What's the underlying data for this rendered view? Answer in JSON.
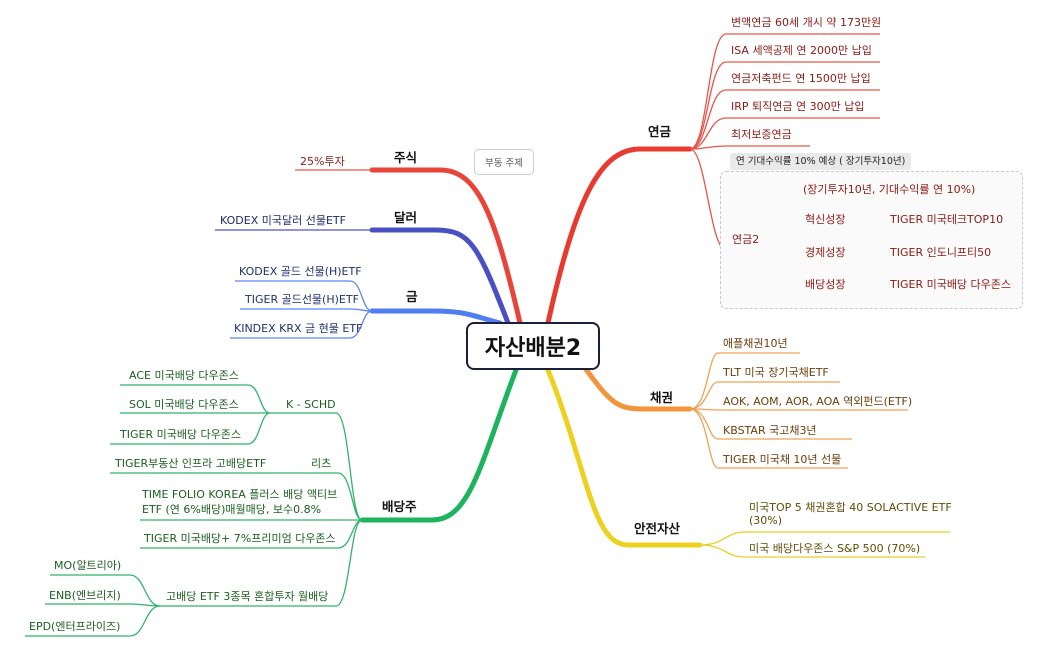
{
  "center": "자산배분2",
  "note": "부동 주제",
  "pension": {
    "label": "연금",
    "items": [
      "변액연금 60세 개시 약 173만원",
      "ISA 세액공제 연 2000만 납입",
      "연금저축펀드 연 1500만 납입",
      "IRP 퇴직연금 연 300만 납입",
      "최저보증연금"
    ],
    "expected_tag": "연 기대수익률 10% 예상 ( 장기투자10년)",
    "pension2": {
      "label": "연금2",
      "header": "(장기투자10년, 기대수익률 연 10%)",
      "rows": [
        {
          "label": "혁신성장",
          "etf": "TIGER 미국테크TOP10"
        },
        {
          "label": "경제성장",
          "etf": "TIGER 인도니프티50"
        },
        {
          "label": "배당성장",
          "etf": "TIGER 미국배당 다우존스"
        }
      ]
    }
  },
  "bonds": {
    "label": "채권",
    "items": [
      "애플채권10년",
      "TLT 미국 장기국채ETF",
      "AOK, AOM, AOR, AOA 역외펀드(ETF)",
      "KBSTAR 국고채3년",
      "TIGER 미국채 10년 선물"
    ]
  },
  "safe": {
    "label": "안전자산",
    "items": [
      "미국TOP 5 채권혼합 40 SOLACTIVE ETF (30%)",
      "미국 배당다우존스  S&P 500 (70%)"
    ]
  },
  "stocks": {
    "label": "주식",
    "items": [
      "25%투자"
    ]
  },
  "dollar": {
    "label": "달러",
    "items": [
      "KODEX 미국달러 선물ETF"
    ]
  },
  "gold": {
    "label": "금",
    "items": [
      "KODEX 골드 선물(H)ETF",
      "TIGER 골드선물(H)ETF",
      "KINDEX KRX 금 현물 ETF"
    ]
  },
  "dividend": {
    "label": "배당주",
    "schd": {
      "label": "K - SCHD",
      "items": [
        "ACE 미국배당 다우존스",
        "SOL 미국배당 다우존스",
        "TIGER 미국배당 다우존스"
      ]
    },
    "reits": {
      "label": "리츠",
      "items": [
        "TIGER부동산 인프라 고배당ETF"
      ]
    },
    "timefolio_line1": "TIME FOLIO KOREA 플러스 배당 액티브",
    "timefolio_line2": "ETF  (연 6%배당)매월매당, 보수0.8%",
    "tiger_premium": "TIGER 미국배당+ 7%프리미엄 다우존스",
    "high": {
      "label": "고배당 ETF 3종목 혼합투자 월배당",
      "items": [
        "MO(알트리아)",
        "ENB(엔브리지)",
        "EPD(엔터프라이즈)"
      ]
    }
  },
  "colors": {
    "pension": "#e83a2e",
    "bonds": "#f2953c",
    "safe": "#ecd21f",
    "dividend": "#1eb35f",
    "gold": "#4f7ef0",
    "dollar": "#4a4fc2",
    "stocks": "#e8443a",
    "pension_leaf": "#e8544a",
    "bond_leaf": "#f0a255",
    "safe_leaf": "#e6cf2a",
    "div_leaf": "#31b46c",
    "gold_leaf": "#5b86f0",
    "dollar_leaf": "#5254c0"
  }
}
